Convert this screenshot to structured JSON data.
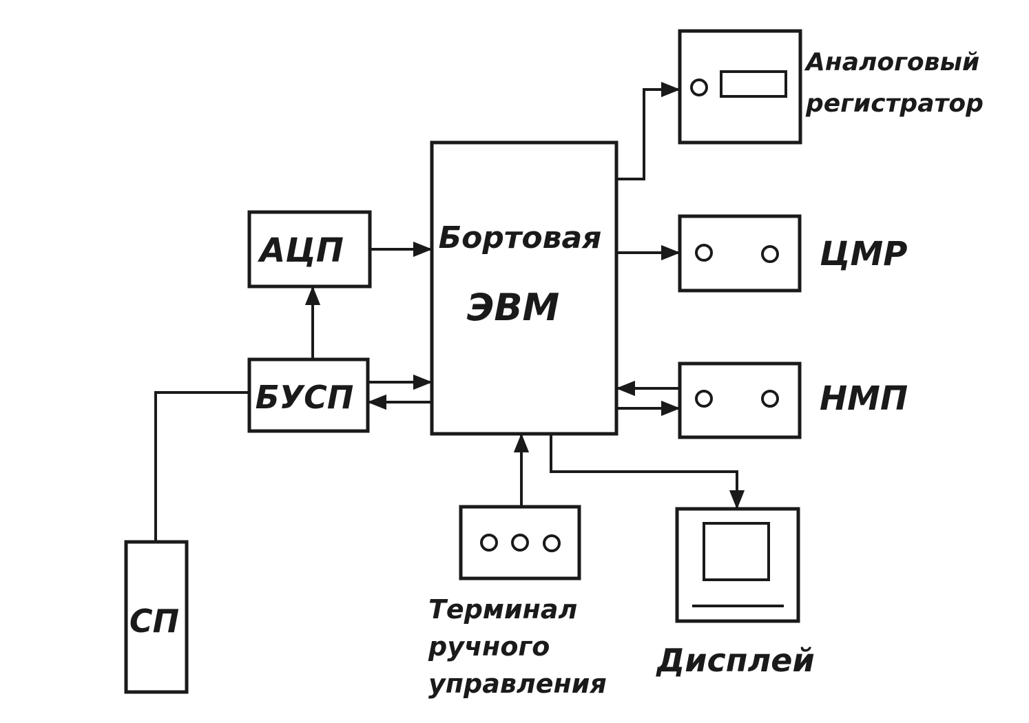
{
  "diagram": {
    "nodes": {
      "computer": [
        "Бортовая",
        "ЭВМ"
      ],
      "adc": "АЦП",
      "busp": "БУСП",
      "sp": "СП",
      "analog_recorder": [
        "Аналоговый",
        "регистратор"
      ],
      "cmr": "ЦМР",
      "nmp": "НМП",
      "terminal": [
        "Терминал",
        "ручного",
        "управления"
      ],
      "display": "Дисплей"
    },
    "edges": [
      {
        "from": "sp",
        "to": "busp"
      },
      {
        "from": "busp",
        "to": "adc"
      },
      {
        "from": "adc",
        "to": "computer"
      },
      {
        "from": "busp",
        "to": "computer"
      },
      {
        "from": "computer",
        "to": "busp"
      },
      {
        "from": "computer",
        "to": "analog_recorder"
      },
      {
        "from": "computer",
        "to": "cmr"
      },
      {
        "from": "computer",
        "to": "nmp"
      },
      {
        "from": "nmp",
        "to": "computer"
      },
      {
        "from": "terminal",
        "to": "computer"
      },
      {
        "from": "computer",
        "to": "display"
      }
    ],
    "colors": {
      "ink": "#1a1a1a",
      "paper": "#ffffff"
    }
  }
}
